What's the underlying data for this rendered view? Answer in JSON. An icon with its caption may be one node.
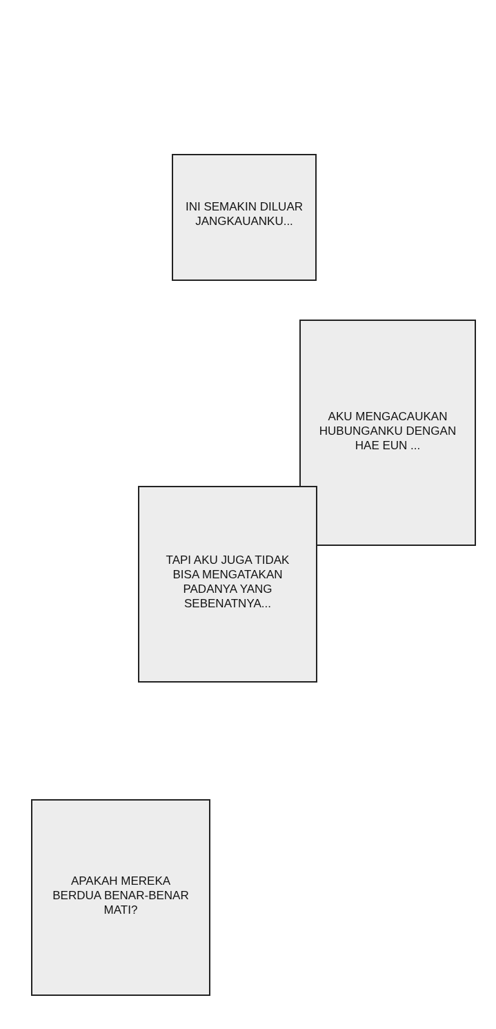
{
  "diagram": {
    "nodes": [
      {
        "text": [
          "INI SEMAKIN DILUAR JANGKAUANKU..."
        ]
      },
      {
        "text": [
          "AKU MENGACAUKAN HUBUNGANKU DENGAN HAE EUN ..."
        ]
      },
      {
        "text": [
          "TAPI AKU JUGA TIDAK BISA MENGATAKAN PADANYA YANG SEBENATNYA..."
        ]
      },
      {
        "text": [
          "APAKAH MEREKA BERDUA BENAR-BENAR MATI?"
        ]
      }
    ]
  }
}
